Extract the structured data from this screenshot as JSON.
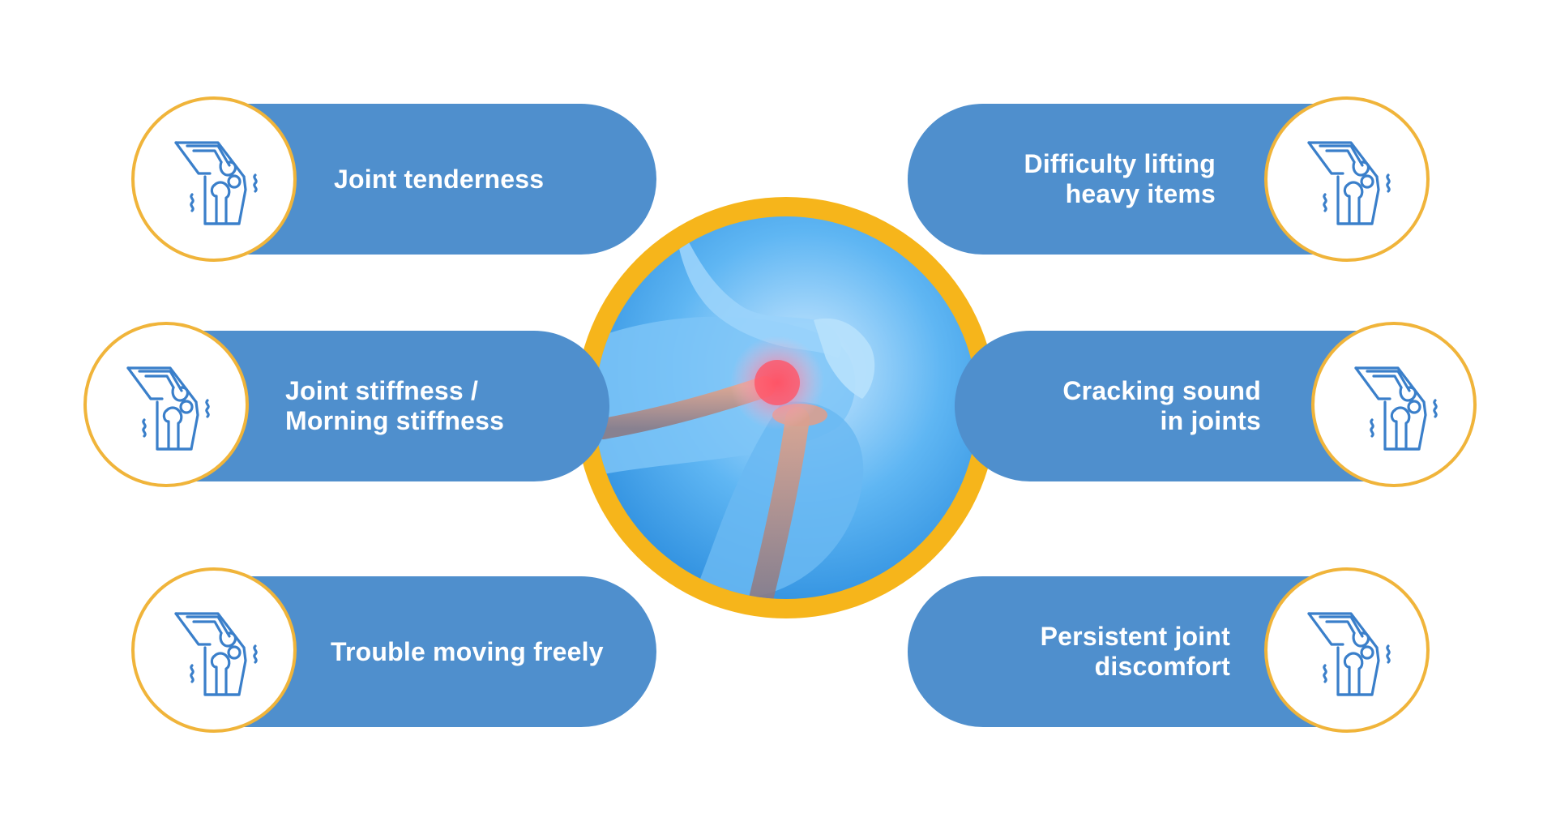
{
  "symptoms": {
    "left": [
      {
        "label_lines": [
          "Joint tenderness"
        ]
      },
      {
        "label_lines": [
          "Joint stiffness /",
          "Morning stiffness"
        ]
      },
      {
        "label_lines": [
          "Trouble moving freely"
        ]
      }
    ],
    "right": [
      {
        "label_lines": [
          "Difficulty lifting",
          "heavy items"
        ]
      },
      {
        "label_lines": [
          "Cracking sound",
          "in joints"
        ]
      },
      {
        "label_lines": [
          "Persistent joint",
          "discomfort"
        ]
      }
    ]
  },
  "icons": {
    "symptom": "knee-joint-icon",
    "hero": "knee-xray-illustration"
  },
  "colors": {
    "pill": "#4f8fcd",
    "accent": "#f0b43a",
    "hero_ring": "#f6b51b",
    "icon_stroke": "#3a7fca"
  }
}
